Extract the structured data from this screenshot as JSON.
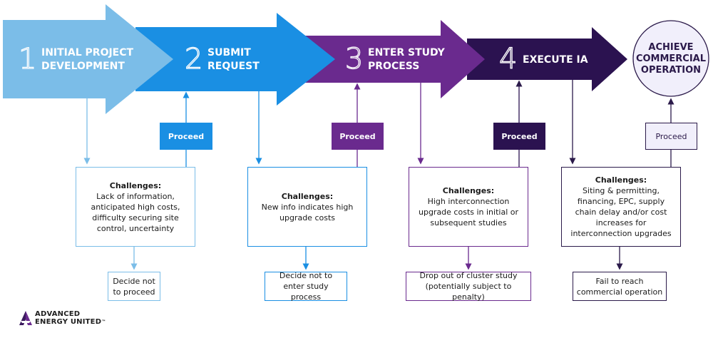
{
  "stages": [
    {
      "number": "1",
      "label_line1": "INITIAL PROJECT",
      "label_line2": "DEVELOPMENT",
      "color": "#7bbde8",
      "num_color": "#ffffff"
    },
    {
      "number": "2",
      "label_line1": "SUBMIT",
      "label_line2": "REQUEST",
      "color": "#1a8fe3",
      "num_color": "#ffffff"
    },
    {
      "number": "3",
      "label_line1": "ENTER STUDY",
      "label_line2": "PROCESS",
      "color": "#6a2a8e",
      "num_color": "#ffffff"
    },
    {
      "number": "4",
      "label_line1": "EXECUTE IA",
      "label_line2": "",
      "color": "#2b1250",
      "num_color": "#ffffff"
    }
  ],
  "goal": {
    "line1": "ACHIEVE",
    "line2": "COMMERCIAL",
    "line3": "OPERATION",
    "fill": "#f1effb",
    "stroke": "#2b1a4a"
  },
  "challenges": [
    {
      "title": "Challenges:",
      "text": "Lack of information, anticipated high costs, difficulty securing site control, uncertainty",
      "border": "#7bbde8"
    },
    {
      "title": "Challenges:",
      "text": "New info indicates high upgrade costs",
      "border": "#1a8fe3"
    },
    {
      "title": "Challenges:",
      "text": "High interconnection upgrade costs in initial or subsequent studies",
      "border": "#6a2a8e"
    },
    {
      "title": "Challenges:",
      "text": "Siting & permitting, financing, EPC, supply chain delay and/or cost increases for interconnection upgrades",
      "border": "#2b1a4a"
    }
  ],
  "proceed": [
    {
      "label": "Proceed",
      "bg": "#1a8fe3",
      "fg": "#ffffff"
    },
    {
      "label": "Proceed",
      "bg": "#6a2a8e",
      "fg": "#ffffff"
    },
    {
      "label": "Proceed",
      "bg": "#2b1250",
      "fg": "#ffffff"
    },
    {
      "label": "Proceed",
      "bg": "#f1effb",
      "fg": "#2b1a4a"
    }
  ],
  "outcomes": [
    {
      "text": "Decide not to proceed",
      "border": "#7bbde8"
    },
    {
      "text": "Decide not to enter study process",
      "border": "#1a8fe3"
    },
    {
      "text": "Drop out of cluster study (potentially subject to penalty)",
      "border": "#6a2a8e"
    },
    {
      "text": "Fail to reach commercial operation",
      "border": "#2b1a4a"
    }
  ],
  "logo": {
    "line1": "ADVANCED",
    "line2": "ENERGY UNITED",
    "tm": "™",
    "color": "#6a2a8e"
  }
}
